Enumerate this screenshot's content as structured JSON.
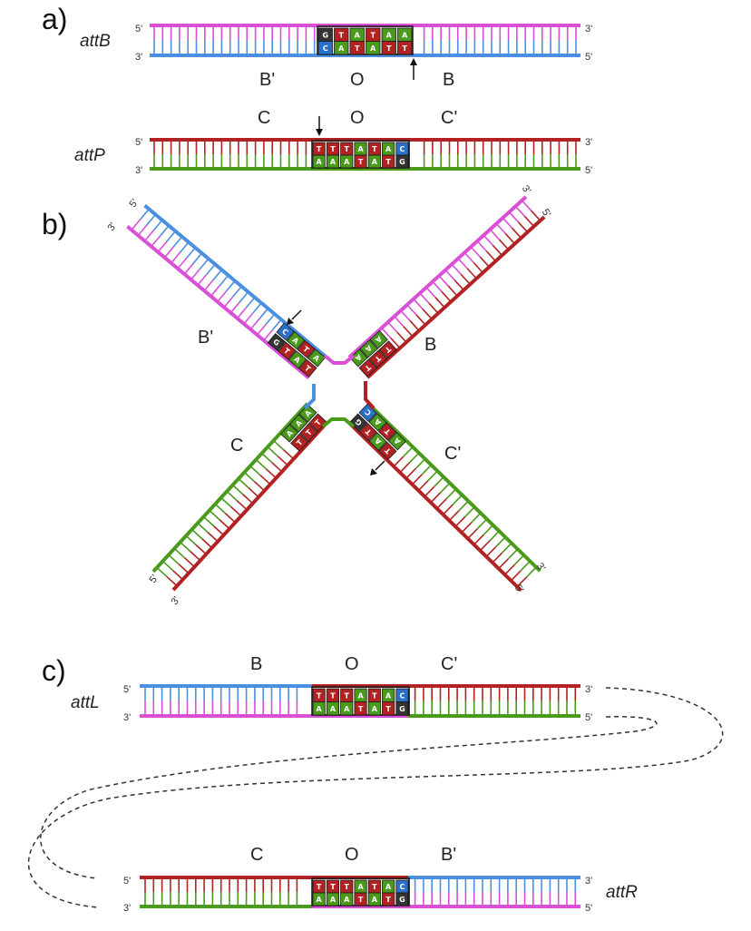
{
  "colors": {
    "blue": "#4a8fe0",
    "magenta": "#d94fd6",
    "red": "#b22222",
    "green": "#4a9a1c",
    "box_outline": "#1a1a1a",
    "arrow": "#111111",
    "dash": "#333333"
  },
  "panels": {
    "a": {
      "label": "a)",
      "attB": {
        "name": "attB",
        "top_left": "5'",
        "top_right": "3'",
        "bottom_left": "3'",
        "bottom_right": "5'",
        "regions": [
          "B'",
          "O",
          "B"
        ],
        "top_seq": [
          "G",
          "T",
          "A",
          "T",
          "A",
          "A"
        ],
        "bottom_seq": [
          "C",
          "A",
          "T",
          "A",
          "T",
          "T"
        ]
      },
      "attP": {
        "name": "attP",
        "top_left": "5'",
        "top_right": "3'",
        "bottom_left": "3'",
        "bottom_right": "5'",
        "regions": [
          "C",
          "O",
          "C'"
        ],
        "top_seq": [
          "T",
          "T",
          "T",
          "A",
          "T",
          "A",
          "C"
        ],
        "bottom_seq": [
          "A",
          "A",
          "A",
          "T",
          "A",
          "T",
          "G"
        ]
      }
    },
    "b": {
      "label": "b)",
      "regions": [
        "B'",
        "B",
        "C",
        "C'"
      ],
      "ends": {
        "tl_outer": "5'",
        "tl_inner": "3'",
        "tr_outer": "3'",
        "tr_inner": "5'",
        "bl_outer": "5'",
        "bl_inner": "3'",
        "br_outer": "3'",
        "br_inner": "5'"
      },
      "tl_top_seq": [
        "G",
        "T",
        "A",
        "T"
      ],
      "tl_bottom_seq": [
        "C",
        "A",
        "T",
        "A"
      ],
      "tr_top_seq": [
        "A",
        "A",
        "A"
      ],
      "tr_bottom_seq": [
        "T",
        "T",
        "T"
      ],
      "bl_top_seq": [
        "T",
        "T",
        "T"
      ],
      "bl_bottom_seq": [
        "A",
        "A",
        "A"
      ],
      "br_top_seq": [
        "A",
        "T",
        "A",
        "C"
      ],
      "br_bottom_seq": [
        "T",
        "A",
        "T",
        "G"
      ]
    },
    "c": {
      "label": "c)",
      "attL": {
        "name": "attL",
        "top_left": "5'",
        "top_right": "3'",
        "bottom_left": "3'",
        "bottom_right": "5'",
        "regions": [
          "B",
          "O",
          "C'"
        ],
        "top_seq": [
          "T",
          "T",
          "T",
          "A",
          "T",
          "A",
          "C"
        ],
        "bottom_seq": [
          "A",
          "A",
          "A",
          "T",
          "A",
          "T",
          "G"
        ]
      },
      "attR": {
        "name": "attR",
        "top_left": "5'",
        "top_right": "3'",
        "bottom_left": "3'",
        "bottom_right": "5'",
        "regions": [
          "C",
          "O",
          "B'"
        ],
        "top_seq": [
          "T",
          "T",
          "T",
          "A",
          "T",
          "A",
          "C"
        ],
        "bottom_seq": [
          "A",
          "A",
          "A",
          "T",
          "A",
          "T",
          "G"
        ]
      }
    }
  }
}
